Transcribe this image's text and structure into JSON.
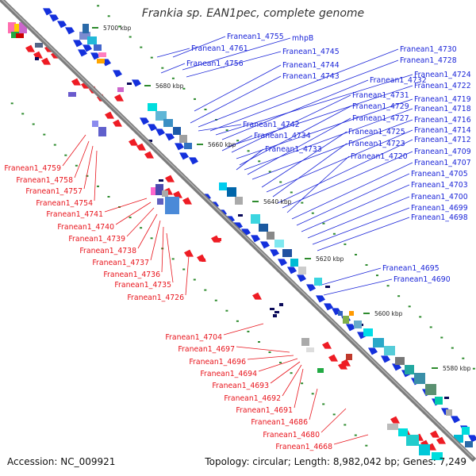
{
  "title": "Frankia sp. EAN1pec, complete genome",
  "footer": {
    "accession": "Accession: NC_009921",
    "topology": "Topology: circular;",
    "length": "Length: 8,982,042 bp;",
    "genes": "Genes: 7,249"
  },
  "colors": {
    "forward_label": "#1a24d8",
    "reverse_label": "#e8141c",
    "forward_gene": "#1430dc",
    "reverse_gene": "#ee1c24",
    "backbone": "#808080",
    "tick": "#2e8b2e"
  },
  "kbp_marks": [
    "5700 kbp",
    "5680 kbp",
    "5660 kbp",
    "5640 kbp",
    "5620 kbp",
    "5600 kbp",
    "5580 kbp"
  ],
  "forward_labels": [
    "Franean1_4755",
    "mhpB",
    "Franean1_4761",
    "Franean1_4745",
    "Franean1_4756",
    "Franean1_4744",
    "Franean1_4743",
    "Franean1_4730",
    "Franean1_4728",
    "Franean1_4724",
    "Franean1_4732",
    "Franean1_4722",
    "Franean1_4731",
    "Franean1_4719",
    "Franean1_4729",
    "Franean1_4718",
    "Franean1_4727",
    "Franean1_4716",
    "Franean1_4742",
    "Franean1_4725",
    "Franean1_4714",
    "Franean1_4734",
    "Franean1_4723",
    "Franean1_4712",
    "Franean1_4733",
    "Franean1_4709",
    "Franean1_4720",
    "Franean1_4707",
    "Franean1_4705",
    "Franean1_4703",
    "Franean1_4700",
    "Franean1_4699",
    "Franean1_4698",
    "Franean1_4695",
    "Franean1_4690"
  ],
  "reverse_labels": [
    "Franean1_4759",
    "Franean1_4758",
    "Franean1_4757",
    "Franean1_4754",
    "Franean1_4741",
    "Franean1_4740",
    "Franean1_4739",
    "Franean1_4738",
    "Franean1_4737",
    "Franean1_4736",
    "Franean1_4735",
    "Franean1_4726",
    "Franean1_4704",
    "Franean1_4697",
    "Franean1_4696",
    "Franean1_4694",
    "Franean1_4693",
    "Franean1_4692",
    "Franean1_4691",
    "Franean1_4686",
    "Franean1_4680",
    "Franean1_4668"
  ]
}
